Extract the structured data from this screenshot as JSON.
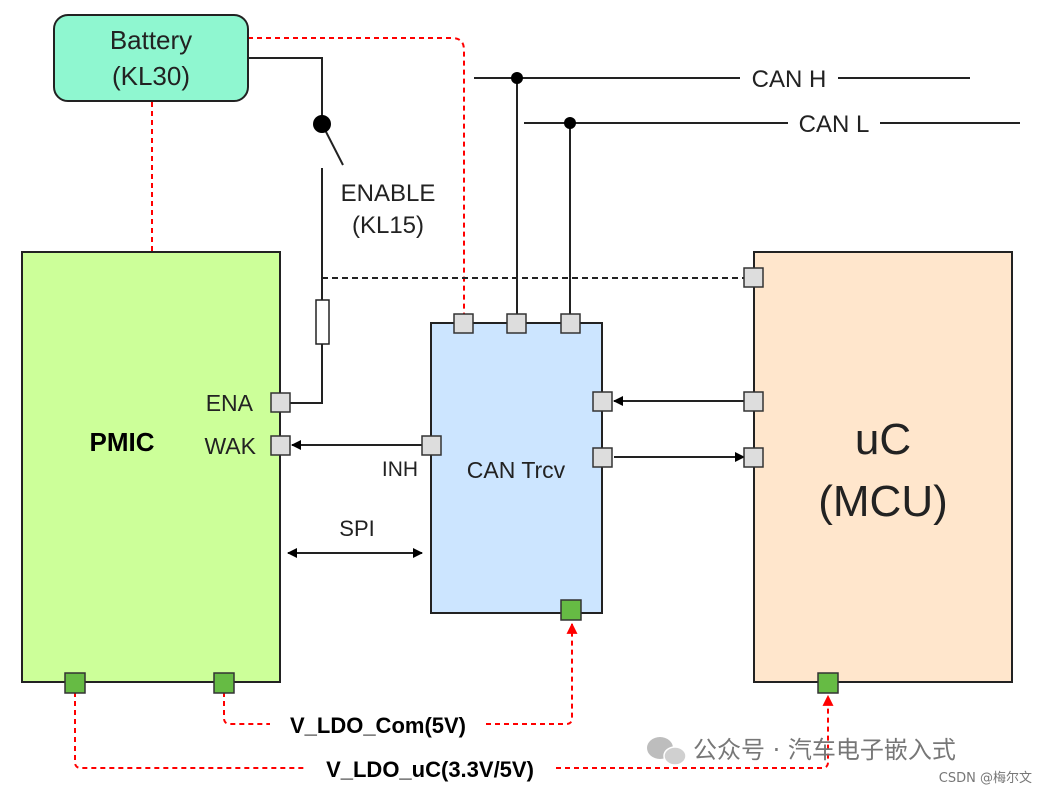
{
  "battery": {
    "line1": "Battery",
    "line2": "(KL30)"
  },
  "enable_switch": {
    "line1": "ENABLE",
    "line2": "(KL15)"
  },
  "bus": {
    "can_h": "CAN H",
    "can_l": "CAN L"
  },
  "pmic": {
    "name": "PMIC",
    "pin_ena": "ENA",
    "pin_wak": "WAK"
  },
  "transceiver": {
    "name": "CAN Trcv",
    "pin_inh": "INH"
  },
  "spi": {
    "label": "SPI"
  },
  "mcu": {
    "line1": "uC",
    "line2": "(MCU)"
  },
  "supplies": {
    "ldo_com": "V_LDO_Com(5V)",
    "ldo_uc": "V_LDO_uC(3.3V/5V)"
  },
  "watermark": {
    "channel": "公众号 · 汽车电子嵌入式",
    "credit": "CSDN @梅尔文"
  },
  "colors": {
    "battery_fill": "#8ff7d0",
    "pmic_fill": "#ccff99",
    "transceiver_fill": "#cce5ff",
    "mcu_fill": "#ffe6cc",
    "pin_fill": "#dddddd",
    "power_pin_fill": "#66bb44",
    "supply_line": "#ff0000"
  }
}
